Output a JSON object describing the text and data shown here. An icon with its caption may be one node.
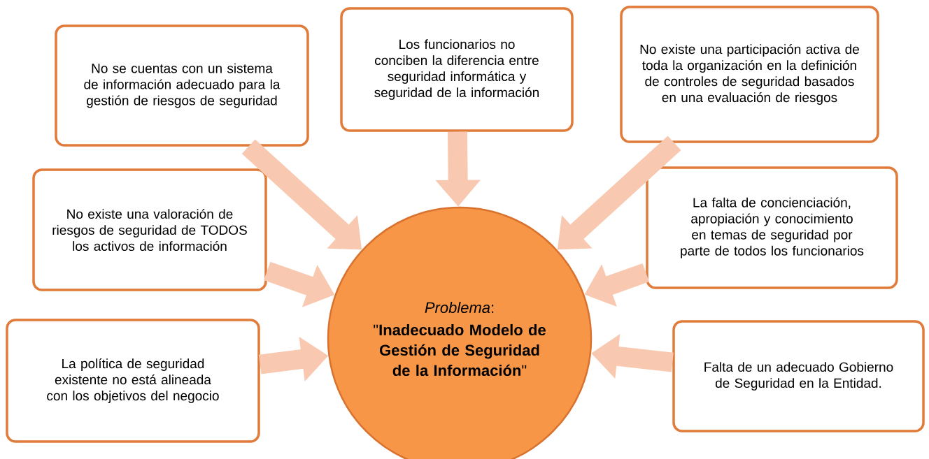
{
  "diagram": {
    "nodes": [
      {
        "text": [
          "No se cuentas con un sistema de información adecuado para la gestión de riesgos de seguridad"
        ]
      },
      {
        "text": [
          "Los funcionarios no conciben la diferencia entre seguridad informática y seguridad de la información"
        ]
      },
      {
        "text": [
          "No existe una participación activa de toda la organización en la definición de controles de seguridad basados en una evaluación de riesgos"
        ]
      },
      {
        "text": [
          "No existe una valoración de riesgos de seguridad de TODOS los activos de información"
        ]
      },
      {
        "text": [
          "La falta de concienciación, apropiación y conocimiento en temas de seguridad por parte de todos los funcionarios"
        ]
      },
      {
        "text": [
          "La política de seguridad existente no está alineada con los objetivos del negocio"
        ]
      },
      {
        "text": [
          "Falta de un adecuado Gobierno de Seguridad en la Entidad."
        ]
      },
      {
        "text": [
          "*Problema*:",
          "\"**Inadecuado Modelo de Gestión de Seguridad de la Información**\""
        ]
      }
    ],
    "edges": [
      {
        "from": 0,
        "to": 7,
        "arrow": "to"
      },
      {
        "from": 1,
        "to": 7,
        "arrow": "to"
      },
      {
        "from": 2,
        "to": 7,
        "arrow": "to"
      },
      {
        "from": 3,
        "to": 7,
        "arrow": "to"
      },
      {
        "from": 4,
        "to": 7,
        "arrow": "to"
      },
      {
        "from": 5,
        "to": 7,
        "arrow": "to"
      },
      {
        "from": 6,
        "to": 7,
        "arrow": "to"
      }
    ]
  }
}
